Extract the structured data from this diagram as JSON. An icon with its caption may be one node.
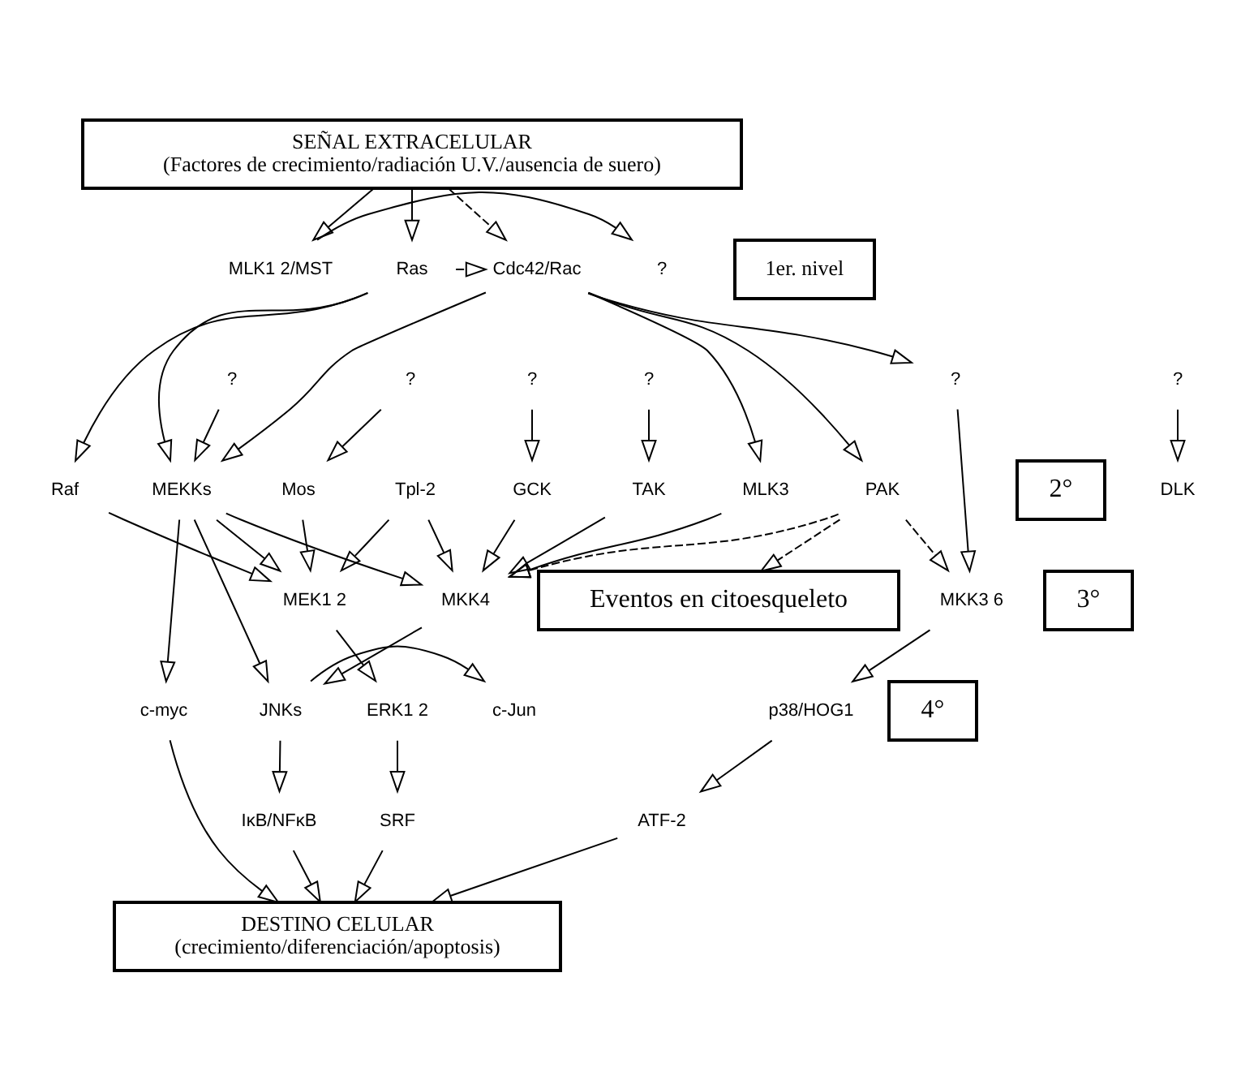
{
  "diagram": {
    "nodes": [
      {
        "text": [
          "SEÑAL EXTRACELULAR",
          "(Factores de crecimiento/radiación U.V./ausencia de suero)"
        ]
      },
      {
        "text": [
          "1er. nivel"
        ]
      },
      {
        "text": [
          "Ras"
        ]
      },
      {
        "text": [
          "Cdc42/Rac"
        ]
      },
      {
        "text": [
          "MLK1 2/MST"
        ]
      },
      {
        "text": [
          "?"
        ]
      },
      {
        "text": [
          "Raf"
        ]
      },
      {
        "text": [
          "2°"
        ]
      },
      {
        "text": [
          "?"
        ]
      },
      {
        "text": [
          "Mos"
        ]
      },
      {
        "text": [
          "Tpl-2"
        ]
      },
      {
        "text": [
          "?"
        ]
      },
      {
        "text": [
          "MEKKs"
        ]
      },
      {
        "text": [
          "?"
        ]
      },
      {
        "text": [
          "TAK"
        ]
      },
      {
        "text": [
          "MLK3"
        ]
      },
      {
        "text": [
          "DLK"
        ]
      },
      {
        "text": [
          "?"
        ]
      },
      {
        "text": [
          "?"
        ]
      },
      {
        "text": [
          "GCK"
        ]
      },
      {
        "text": [
          "PAK"
        ]
      },
      {
        "text": [
          "?"
        ]
      },
      {
        "text": [
          "3°"
        ]
      },
      {
        "text": [
          "MEK1 2"
        ]
      },
      {
        "text": [
          "MKK4"
        ]
      },
      {
        "text": [
          "Eventos en citoesqueleto"
        ]
      },
      {
        "text": [
          "MKK3 6"
        ]
      },
      {
        "text": [
          "c-myc"
        ]
      },
      {
        "text": [
          "4°"
        ]
      },
      {
        "text": [
          "ERK1 2"
        ]
      },
      {
        "text": [
          "SRF"
        ]
      },
      {
        "text": [
          "JNKs"
        ]
      },
      {
        "text": [
          "c-Jun"
        ]
      },
      {
        "text": [
          "IκB/NFκB"
        ]
      },
      {
        "text": [
          "p38/HOG1"
        ]
      },
      {
        "text": [
          "ATF-2"
        ]
      },
      {
        "text": [
          "DESTINO CELULAR",
          "(crecimiento/diferenciación/apoptosis)"
        ]
      }
    ],
    "edges": [
      {
        "from": 0,
        "to": 2,
        "arrow": "to"
      },
      {
        "from": 0,
        "to": 3,
        "arrow": "to",
        "style": "dashed"
      },
      {
        "from": 0,
        "to": 4,
        "arrow": "to"
      },
      {
        "from": 2,
        "to": 3,
        "arrow": "to",
        "style": "dashed"
      },
      {
        "from": 4,
        "to": 5,
        "arrow": "to"
      },
      {
        "from": 2,
        "to": 6,
        "arrow": "to"
      },
      {
        "from": 2,
        "to": 12,
        "arrow": "to"
      },
      {
        "from": 3,
        "to": 12,
        "arrow": "to"
      },
      {
        "from": 3,
        "to": 15,
        "arrow": "to"
      },
      {
        "from": 3,
        "to": 20,
        "arrow": "to"
      },
      {
        "from": 3,
        "to": 21,
        "arrow": "to"
      },
      {
        "from": 8,
        "to": 9,
        "arrow": "to"
      },
      {
        "from": 11,
        "to": 12,
        "arrow": "to"
      },
      {
        "from": 13,
        "to": 14,
        "arrow": "to"
      },
      {
        "from": 17,
        "to": 16,
        "arrow": "to"
      },
      {
        "from": 18,
        "to": 19,
        "arrow": "to"
      },
      {
        "from": 6,
        "to": 23,
        "arrow": "to"
      },
      {
        "from": 9,
        "to": 23,
        "arrow": "to"
      },
      {
        "from": 10,
        "to": 23,
        "arrow": "to"
      },
      {
        "from": 12,
        "to": 23,
        "arrow": "to"
      },
      {
        "from": 10,
        "to": 24,
        "arrow": "to"
      },
      {
        "from": 12,
        "to": 24,
        "arrow": "to"
      },
      {
        "from": 12,
        "to": 27,
        "arrow": "to"
      },
      {
        "from": 12,
        "to": 31,
        "arrow": "to"
      },
      {
        "from": 14,
        "to": 24,
        "arrow": "to"
      },
      {
        "from": 15,
        "to": 24,
        "arrow": "to"
      },
      {
        "from": 19,
        "to": 24,
        "arrow": "to"
      },
      {
        "from": 20,
        "to": 24,
        "arrow": "to",
        "style": "dashed"
      },
      {
        "from": 20,
        "to": 25,
        "arrow": "to",
        "style": "dashed"
      },
      {
        "from": 20,
        "to": 26,
        "arrow": "to",
        "style": "dashed"
      },
      {
        "from": 21,
        "to": 26,
        "arrow": "to"
      },
      {
        "from": 23,
        "to": 29,
        "arrow": "to"
      },
      {
        "from": 29,
        "to": 30,
        "arrow": "to"
      },
      {
        "from": 24,
        "to": 31,
        "arrow": "to"
      },
      {
        "from": 31,
        "to": 32,
        "arrow": "to"
      },
      {
        "from": 31,
        "to": 33,
        "arrow": "to"
      },
      {
        "from": 26,
        "to": 34,
        "arrow": "to"
      },
      {
        "from": 34,
        "to": 35,
        "arrow": "to"
      },
      {
        "from": 30,
        "to": 36,
        "arrow": "to"
      },
      {
        "from": 27,
        "to": 36,
        "arrow": "to"
      },
      {
        "from": 33,
        "to": 36,
        "arrow": "to"
      },
      {
        "from": 35,
        "to": 36,
        "arrow": "to"
      }
    ]
  }
}
